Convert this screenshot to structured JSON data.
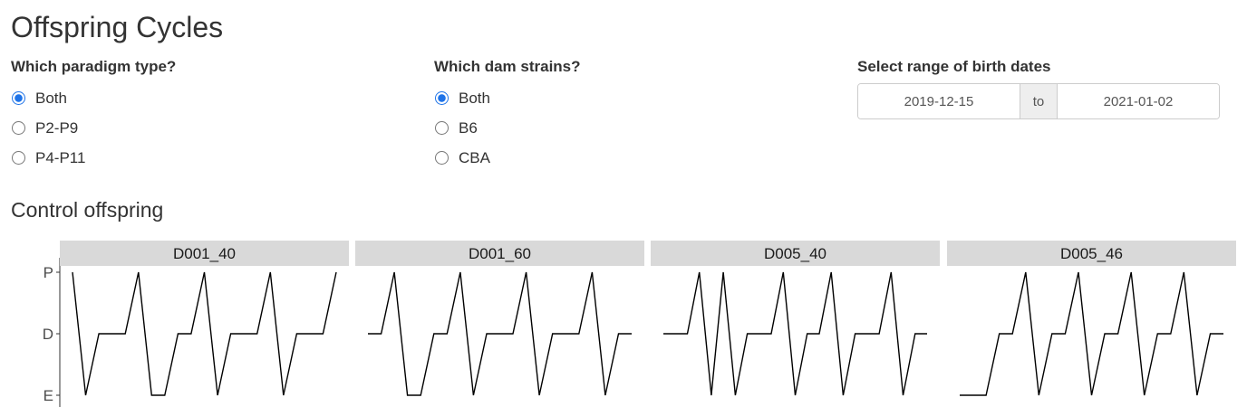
{
  "title": "Offspring Cycles",
  "paradigm": {
    "label": "Which paradigm type?",
    "options": [
      "Both",
      "P2-P9",
      "P4-P11"
    ],
    "selected": "Both"
  },
  "dam_strains": {
    "label": "Which dam strains?",
    "options": [
      "Both",
      "B6",
      "CBA"
    ],
    "selected": "Both"
  },
  "birth_dates": {
    "label": "Select range of birth dates",
    "start": "2019-12-15",
    "separator": "to",
    "end": "2021-01-02"
  },
  "section": {
    "title": "Control offspring"
  },
  "chart_data": {
    "type": "line",
    "y_categories": [
      "E",
      "D",
      "P"
    ],
    "panels": [
      {
        "name": "D001_40",
        "values": [
          "P",
          "E",
          "D",
          "D",
          "D",
          "P",
          "E",
          "E",
          "D",
          "D",
          "P",
          "E",
          "D",
          "D",
          "D",
          "P",
          "E",
          "D",
          "D",
          "D",
          "P"
        ]
      },
      {
        "name": "D001_60",
        "values": [
          "D",
          "D",
          "P",
          "E",
          "E",
          "D",
          "D",
          "P",
          "E",
          "D",
          "D",
          "D",
          "P",
          "E",
          "D",
          "D",
          "D",
          "P",
          "E",
          "D",
          "D"
        ]
      },
      {
        "name": "D005_40",
        "values": [
          "D",
          "D",
          "D",
          "P",
          "E",
          "P",
          "E",
          "D",
          "D",
          "D",
          "P",
          "E",
          "D",
          "D",
          "P",
          "E",
          "D",
          "D",
          "D",
          "P",
          "E",
          "D",
          "D"
        ]
      },
      {
        "name": "D005_46",
        "values": [
          "E",
          "E",
          "E",
          "D",
          "D",
          "P",
          "E",
          "D",
          "D",
          "P",
          "E",
          "D",
          "D",
          "P",
          "E",
          "D",
          "D",
          "P",
          "E",
          "D",
          "D"
        ]
      }
    ]
  },
  "colors": {
    "strip_bg": "#d9d9d9",
    "line": "#000000",
    "radio_accent": "#1e73e8"
  }
}
